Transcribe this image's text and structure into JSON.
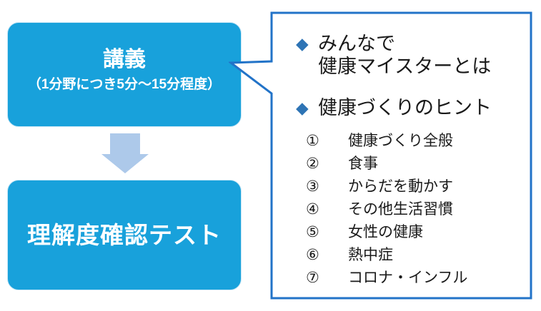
{
  "flow": {
    "lecture_box": {
      "title": "講義",
      "subtitle": "（1分野につき5分～15分程度）"
    },
    "test_box": {
      "title": "理解度確認テスト"
    }
  },
  "callout": {
    "bullet": "◆",
    "heading1": "みんなで\n健康マイスターとは",
    "heading2": "健康づくりのヒント",
    "items": [
      {
        "num": "①",
        "label": "健康づくり全般"
      },
      {
        "num": "②",
        "label": "食事"
      },
      {
        "num": "③",
        "label": "からだを動かす"
      },
      {
        "num": "④",
        "label": "その他生活習慣"
      },
      {
        "num": "⑤",
        "label": "女性の健康"
      },
      {
        "num": "⑥",
        "label": "熱中症"
      },
      {
        "num": "⑦",
        "label": "コロナ・インフル"
      }
    ]
  },
  "colors": {
    "box_fill": "#18A1DB",
    "box_text": "#FFFFFF",
    "callout_border": "#2273C8",
    "diamond": "#2E74B5",
    "arrow_fill": "#ADC9EA",
    "text": "#1A1A1A"
  }
}
